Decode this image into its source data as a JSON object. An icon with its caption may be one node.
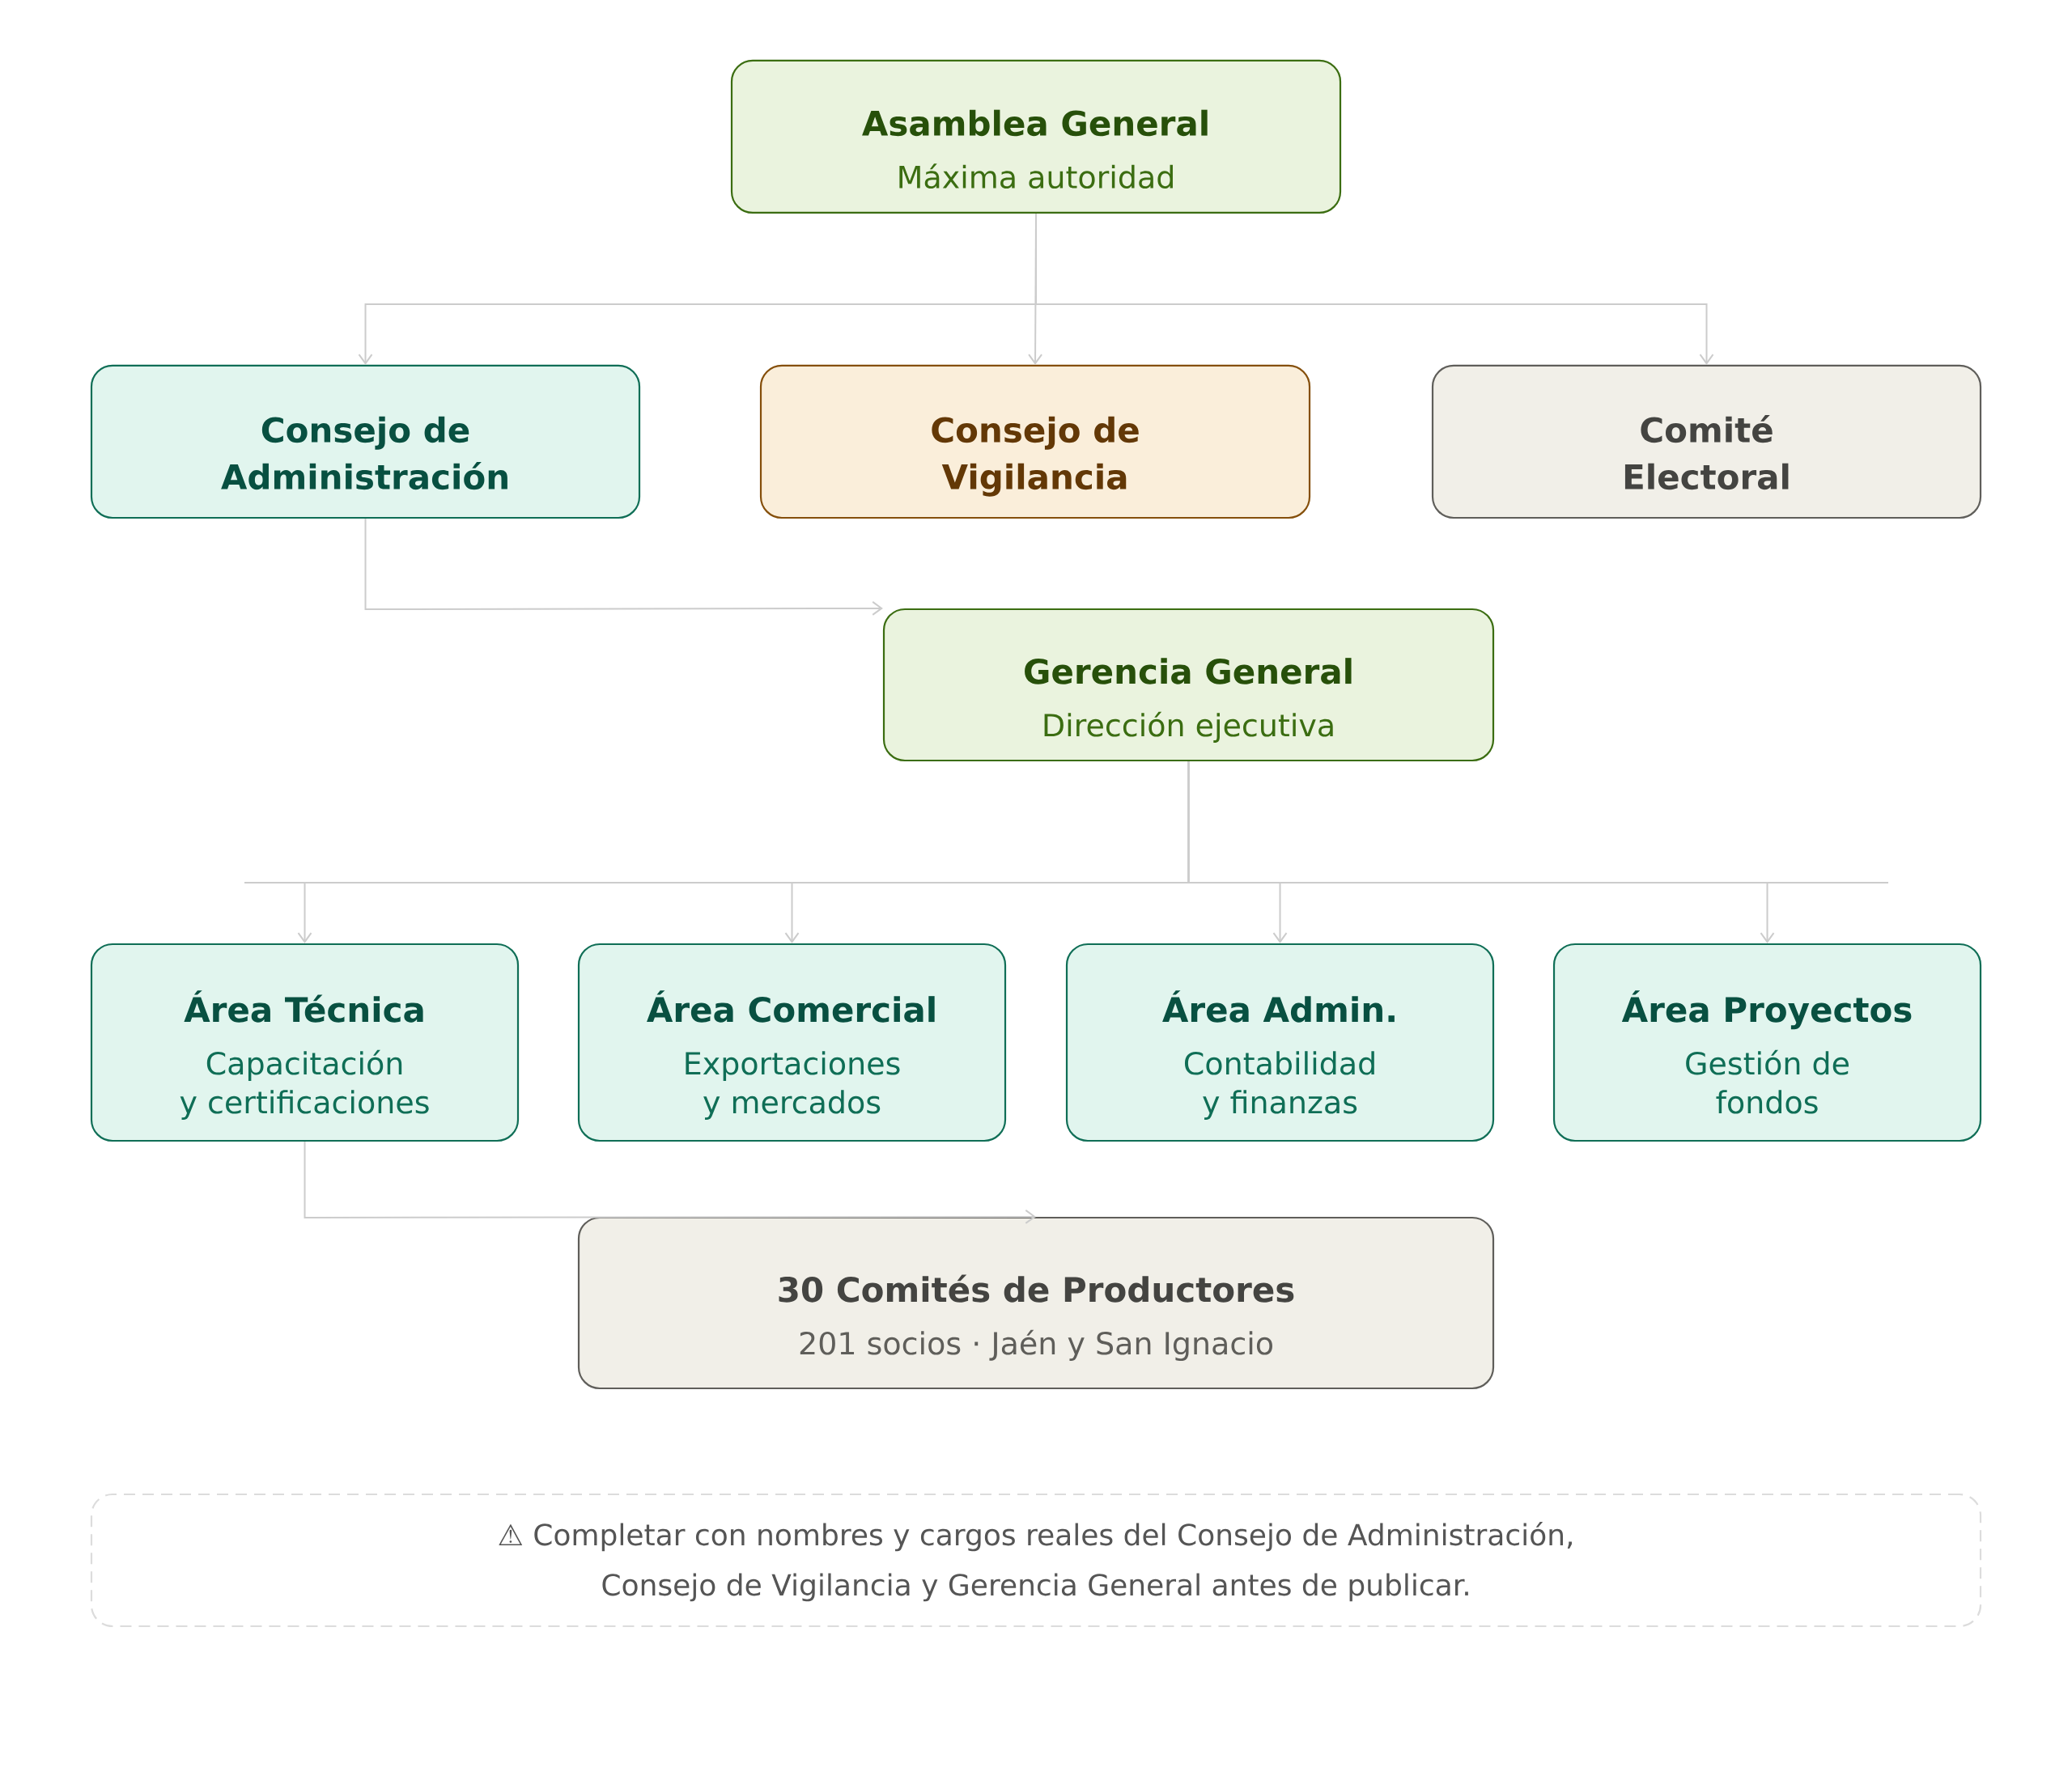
{
  "diagram": {
    "nodes": [
      {
        "text": [
          "Asamblea General",
          "Máxima autoridad"
        ]
      },
      {
        "text": [
          "Consejo de Administración"
        ]
      },
      {
        "text": [
          "Consejo de Vigilancia"
        ]
      },
      {
        "text": [
          "Comité Electoral"
        ]
      },
      {
        "text": [
          "Gerencia General",
          "Dirección ejecutiva"
        ]
      },
      {
        "text": [
          "Área Técnica",
          "Capacitación y certificaciones"
        ]
      },
      {
        "text": [
          "Área Comercial",
          "Exportaciones y mercados"
        ]
      },
      {
        "text": [
          "Área Admin.",
          "Contabilidad y finanzas"
        ]
      },
      {
        "text": [
          "Área Proyectos",
          "Gestión de fondos"
        ]
      },
      {
        "text": [
          "30 Comités de Productores",
          "201 socios · Jaén y San Ignacio"
        ]
      },
      {
        "text": [
          "⚠ Completar con nombres y cargos reales del Consejo de Administración, Consejo de Vigilancia y Gerencia General antes de publicar."
        ]
      }
    ],
    "edges": [
      {
        "from": 0,
        "to": 1,
        "arrow": "to"
      },
      {
        "from": 0,
        "to": 2,
        "arrow": "to"
      },
      {
        "from": 0,
        "to": 3,
        "arrow": "to"
      },
      {
        "from": 1,
        "to": 4,
        "arrow": "to"
      },
      {
        "from": 4,
        "to": 5,
        "arrow": "to"
      },
      {
        "from": 4,
        "to": 6,
        "arrow": "to"
      },
      {
        "from": 4,
        "to": 7,
        "arrow": "to"
      },
      {
        "from": 4,
        "to": 8,
        "arrow": "to"
      },
      {
        "from": 5,
        "to": 9,
        "arrow": "to"
      }
    ]
  }
}
